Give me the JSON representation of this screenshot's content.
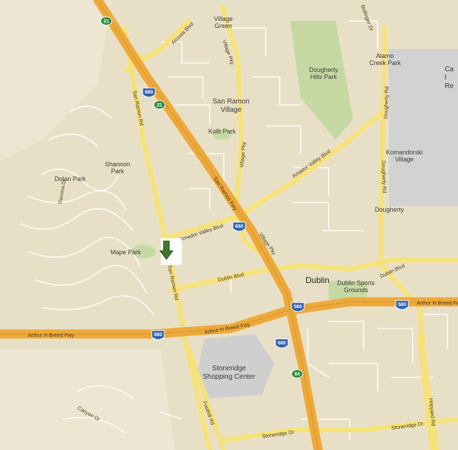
{
  "map": {
    "places": {
      "village_green": "Village\nGreen",
      "dougherty_hills_park": "Dougherty\nHills Park",
      "alamo_creek_park": "Alamo\nCreek Park",
      "san_ramon_village": "San Ramon\nVillage",
      "kolb_park": "Kolb Park",
      "shannon_park": "Shannon\nPark",
      "dolan_park": "Dolan Park",
      "komandorski_village": "Komandorski\nVillage",
      "dougherty": "Dougherty",
      "mape_park": "Mape Park",
      "dublin": "Dublin",
      "dublin_sports_grounds": "Dublin Sports\nGrounds",
      "stoneridge_shopping_center": "Stoneridge\nShopping Center",
      "edge_text": "Ca\nl\nRe"
    },
    "roads": {
      "alcosta_blvd": "Alcosta Blvd",
      "village_pkwy_top": "Village Pky",
      "village_pkwy_mid": "Village Pky",
      "village_pkwy_low": "Village Pky",
      "san_ramon_rd_top": "San Ramon Rd",
      "san_ramon_rd_low": "San Ramon Rd",
      "amador_valley_blvd_ne": "Amador Valley Blvd",
      "amador_valley_blvd_w": "Amador Valley Blvd",
      "dougherty_rd_top": "Dougherty Rd",
      "dougherty_rd_mid": "Dougherty Rd",
      "san_ramon_fwy": "San Ramon Fwy",
      "dublin_blvd_w": "Dublin Blvd",
      "dublin_blvd_e": "Dublin Blvd",
      "arthur_h_breed_fwy_w": "Arthur H Breed Fwy",
      "arthur_h_breed_fwy_mid": "Arthur H Breed Fwy",
      "arthur_h_breed_fwy_e": "Arthur H Breed Fwy",
      "foothill_rd": "Foothill Rd",
      "stoneridge_dr_w": "Stoneridge Dr",
      "stoneridge_dr_e": "Stoneridge Dr",
      "hopyard_rd": "Hopyard Rd",
      "dolan_dr": "Davona Dr",
      "castlewood_dr": "Canyon Dr",
      "dougherty_terrace": "Bollinger Dr"
    },
    "shields": {
      "i680_a": "680",
      "i680_b": "680",
      "i680_c": "680",
      "i580_a": "580",
      "i580_b": "580",
      "i580_c": "580",
      "r21_a": "21",
      "r21_b": "21",
      "r84": "84"
    },
    "marker": {
      "icon": "green-arrow-down-icon",
      "color": "#3f7a2a"
    },
    "colors": {
      "land": "#e8e0c6",
      "park": "#c7d9a3",
      "urban": "#d2d2d2",
      "freeway": "#eea93b",
      "arterial": "#f6e27a",
      "street": "#ffffff",
      "shield": "#2f5fae"
    }
  }
}
